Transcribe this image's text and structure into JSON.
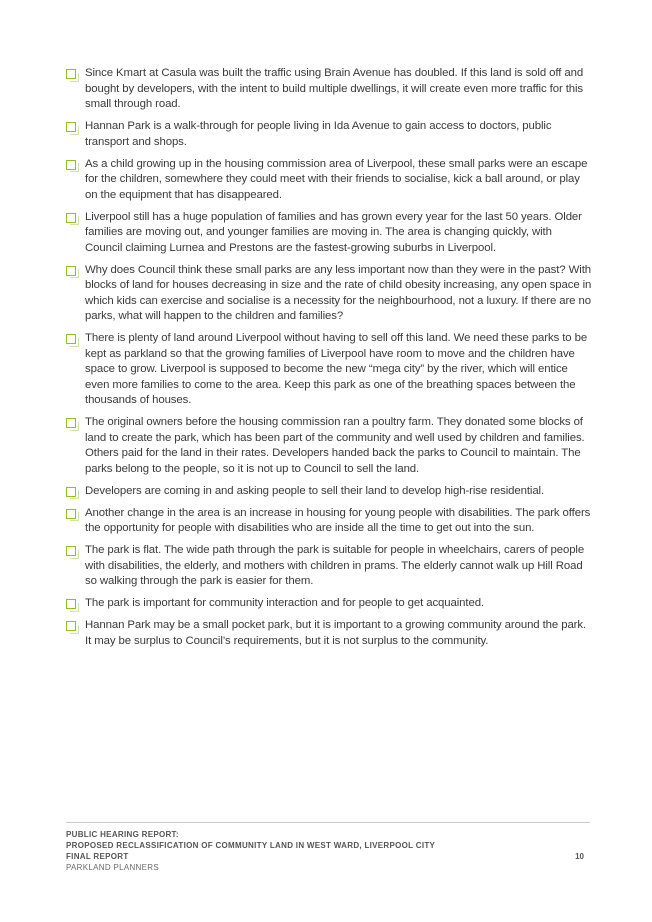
{
  "document": {
    "bullets": [
      "Since Kmart at Casula was built the traffic using Brain Avenue has doubled. If this land is sold off and bought by developers, with the intent to build multiple dwellings, it will create even more traffic for this small through road.",
      "Hannan Park is a walk-through for people living in Ida Avenue to gain access to doctors, public transport and shops.",
      "As a child growing up in the housing commission area of Liverpool, these small parks were an escape for the children, somewhere they could meet with their friends to socialise, kick a ball around, or play on the equipment that has disappeared.",
      "Liverpool still has a huge population of families and has grown every year for the last 50 years. Older families are moving out, and younger families are moving in.  The area is changing quickly, with Council claiming Lurnea and Prestons are the fastest-growing suburbs in Liverpool.",
      "Why does Council think these small parks are any less important now than they were in the past? With blocks of land for houses decreasing in size and the rate of child obesity increasing, any open space in which kids can exercise and socialise is a necessity for the neighbourhood, not a luxury.  If there are no parks, what will happen to the children and families?",
      "There is plenty of land around Liverpool without having to sell off this land. We need these parks to be kept as parkland so that the growing families of Liverpool have room to move and the children have space to grow.  Liverpool is supposed to become the new “mega city” by the river, which will entice even more families to come to the area.  Keep this park as one of the breathing spaces between the thousands of houses.",
      "The original owners before the housing commission ran a poultry farm.  They donated some blocks of land to create the park, which has been part of the community and well used by children and families.  Others paid for the land in their rates.  Developers handed back the parks to Council to maintain.  The parks belong to the people, so it is not up to Council to sell the land.",
      "Developers are coming in and asking people to sell their land to develop high-rise residential.",
      "Another change in the area is an increase in housing for young people with disabilities.  The park offers the opportunity for people with disabilities who are inside all the time to get out into the sun.",
      "The park is flat.  The wide path through the park is suitable for people in wheelchairs, carers of people with disabilities, the elderly, and mothers with children in prams. The elderly cannot walk up Hill Road so walking through the park is easier for them.",
      "The park is important for community interaction and for people to get acquainted.",
      "Hannan Park may be a small pocket park, but it is important to a growing community around the park. It may be surplus to Council’s requirements, but it is not surplus to the community."
    ]
  },
  "footer": {
    "line1": "PUBLIC HEARING REPORT:",
    "line2": "PROPOSED RECLASSIFICATION OF COMMUNITY LAND IN WEST WARD, LIVERPOOL CITY",
    "line3": "FINAL REPORT",
    "line4": "PARKLAND PLANNERS",
    "page_number": "10"
  },
  "colors": {
    "bullet_accent": "#8dc21f",
    "text": "#3a3a3a"
  }
}
